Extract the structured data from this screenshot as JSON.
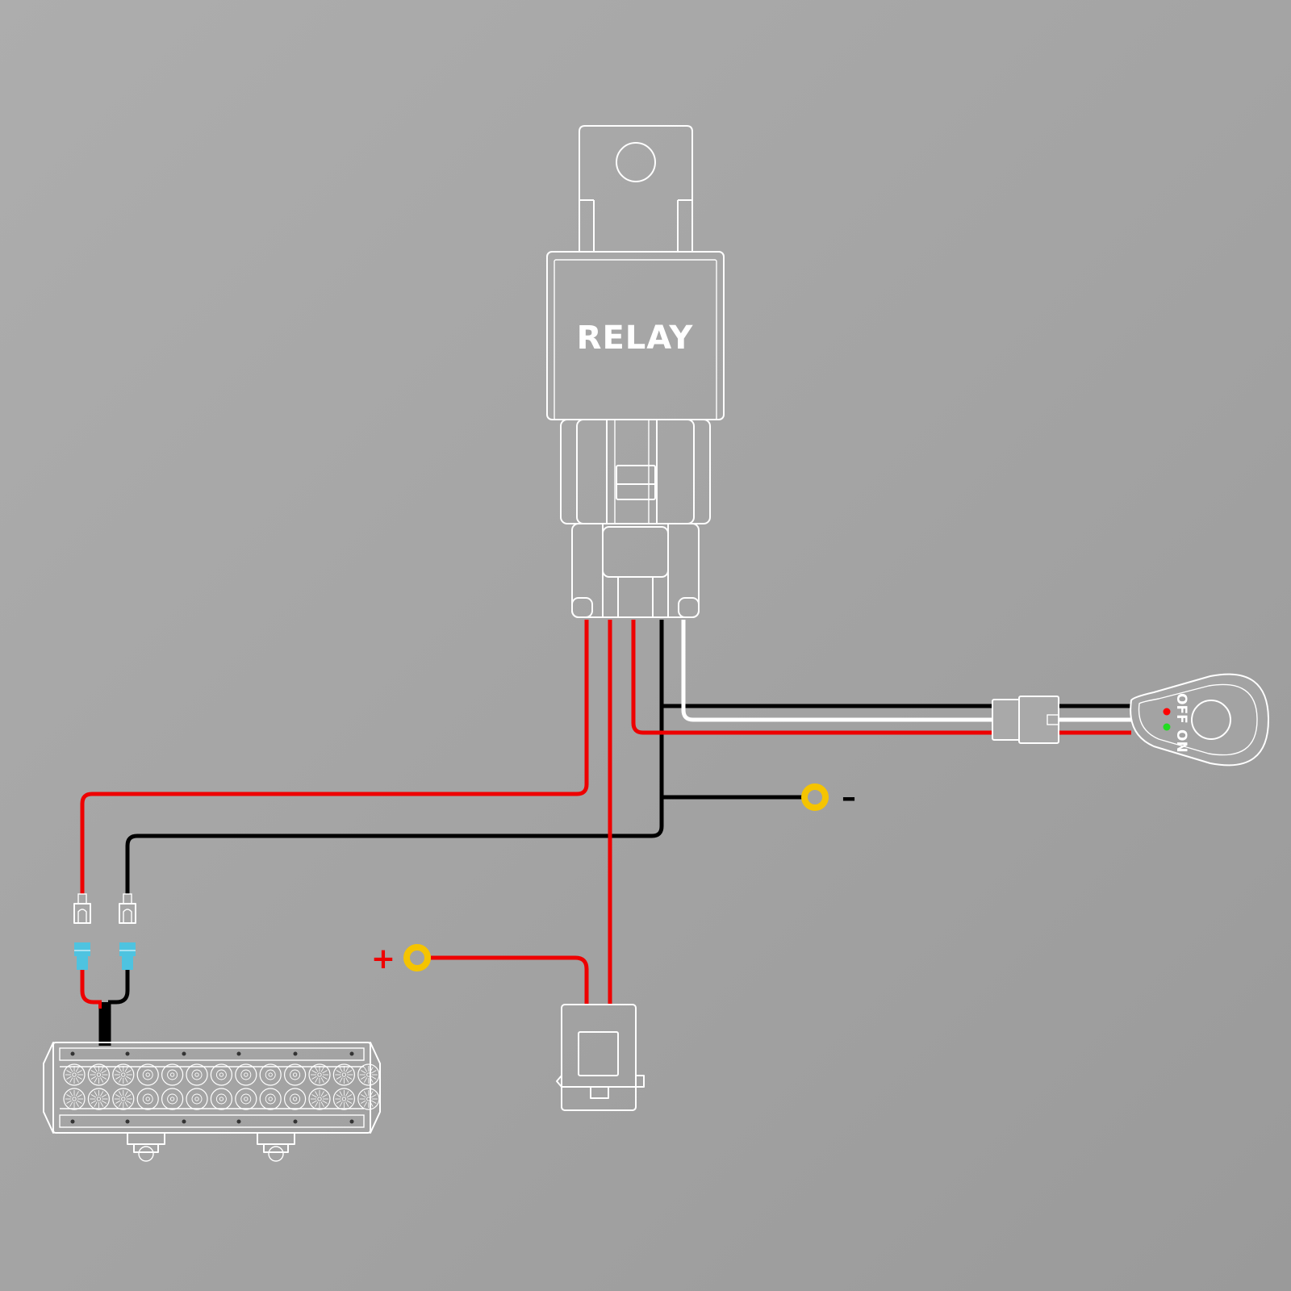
{
  "relay": {
    "label": "RELAY"
  },
  "switch": {
    "off_label": "OFF",
    "on_label": "ON"
  },
  "battery": {
    "positive_symbol": "+",
    "negative_symbol": "–"
  },
  "colors": {
    "wire_power": "#ee0000",
    "wire_ground": "#000000",
    "wire_signal": "#ffffff",
    "ring_terminal": "#f5c400",
    "connector_cap": "#4ec3e0",
    "indicator_off": "#ff0000",
    "indicator_on": "#22dd22"
  },
  "icons": {
    "relay": "relay-icon",
    "switch": "rocker-switch-icon",
    "fuse": "fuse-holder-icon",
    "light_bar": "led-light-bar-icon",
    "terminal": "ring-terminal-icon"
  }
}
